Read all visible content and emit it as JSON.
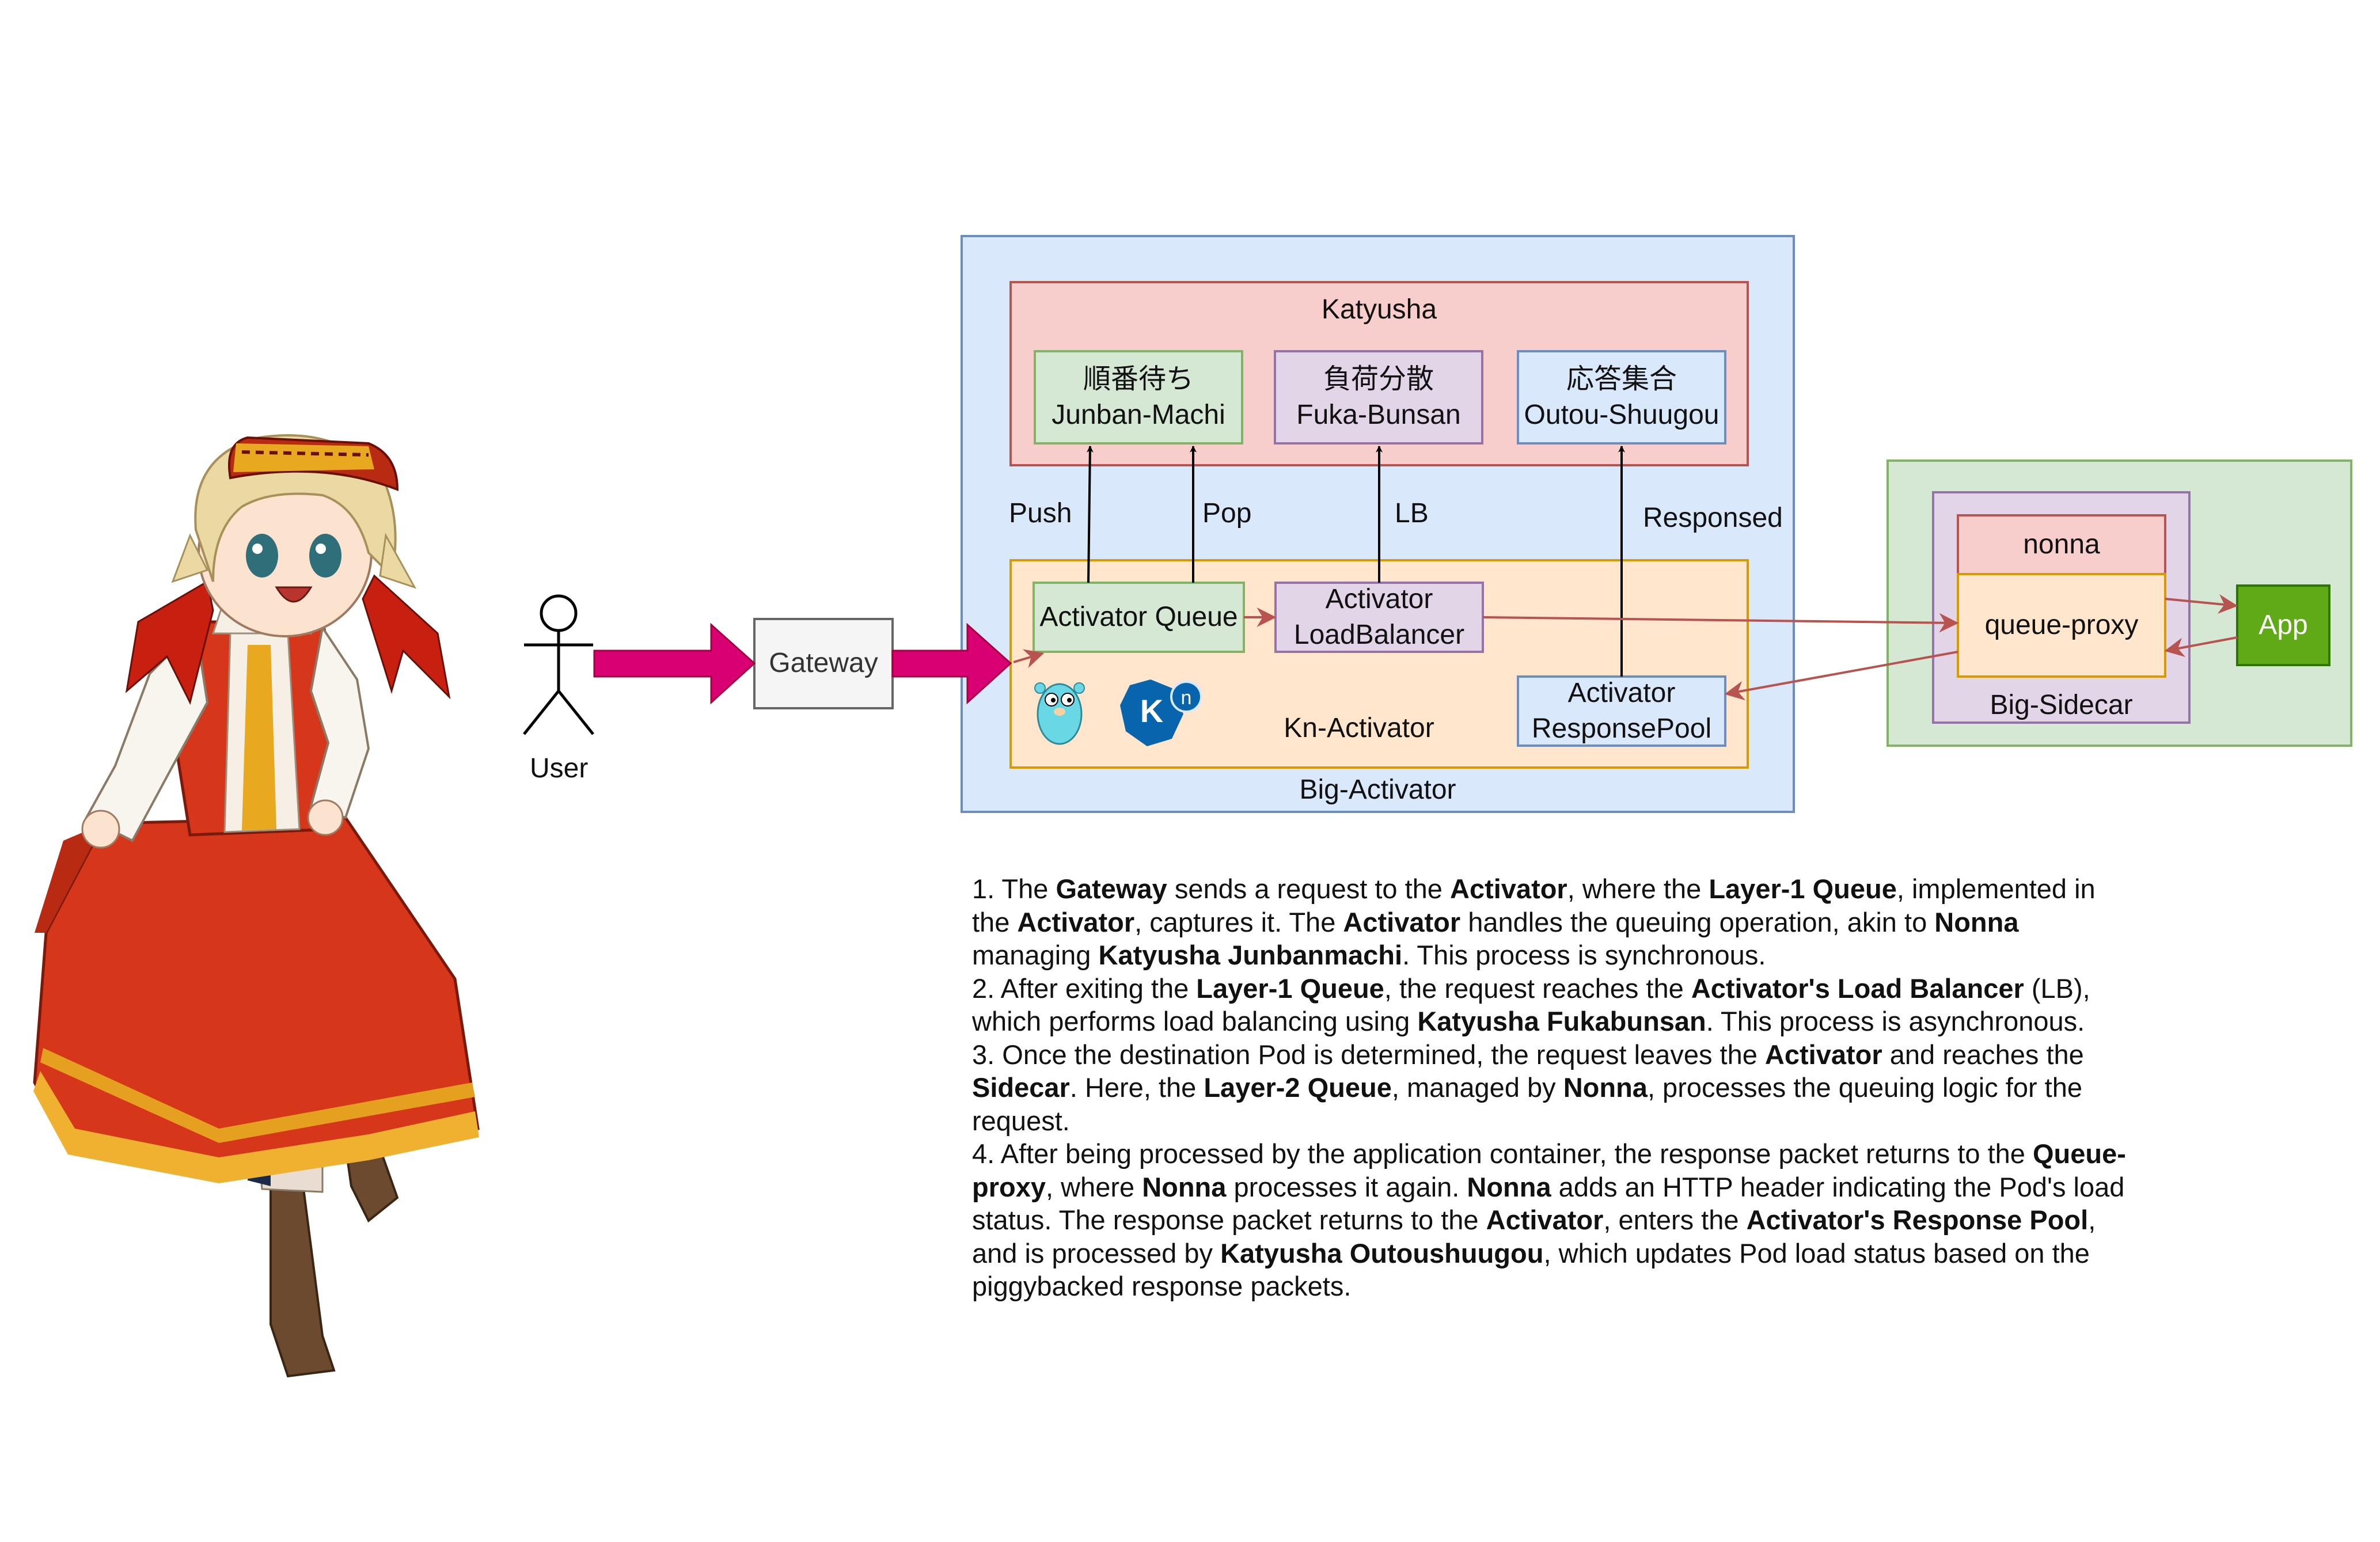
{
  "diagram": {
    "user_label": "User",
    "gateway_label": "Gateway",
    "big_activator_label": "Big-Activator",
    "katyusha_label": "Katyusha",
    "junban": {
      "jp": "順番待ち",
      "en": "Junban-Machi"
    },
    "fuka": {
      "jp": "負荷分散",
      "en": "Fuka-Bunsan"
    },
    "outou": {
      "jp": "応答集合",
      "en": "Outou-Shuugou"
    },
    "edge_push": "Push",
    "edge_pop": "Pop",
    "edge_lb": "LB",
    "edge_responsed": "Responsed",
    "kn_activator_label": "Kn-Activator",
    "activator_queue_label": "Activator Queue",
    "activator_lb": {
      "line1": "Activator",
      "line2": "LoadBalancer"
    },
    "activator_pool": {
      "line1": "Activator",
      "line2": "ResponsePool"
    },
    "big_sidecar_label": "Big-Sidecar",
    "nonna_label": "nonna",
    "queue_proxy_label": "queue-proxy",
    "app_label": "App",
    "knative_letter": "K",
    "knative_badge": "n",
    "colors": {
      "big_activator_fill": "#dae8fc",
      "big_activator_stroke": "#6c8ebf",
      "katyusha_fill": "#f8cecc",
      "katyusha_stroke": "#b85450",
      "green_fill": "#d5e8d4",
      "green_stroke": "#82b366",
      "purple_fill": "#e1d5e7",
      "purple_stroke": "#9673a6",
      "orange_fill": "#ffe6cc",
      "orange_stroke": "#d79b00",
      "app_fill": "#60a917",
      "app_stroke": "#2d7600",
      "fat_arrow": "#d80073",
      "thin_arrow_red": "#b85450"
    }
  },
  "notes": [
    [
      {
        "t": "1. The ",
        "b": false
      },
      {
        "t": "Gateway",
        "b": true
      },
      {
        "t": " sends a request to the ",
        "b": false
      },
      {
        "t": "Activator",
        "b": true
      },
      {
        "t": ", where the ",
        "b": false
      },
      {
        "t": "Layer-1 Queue",
        "b": true
      },
      {
        "t": ", implemented in the ",
        "b": false
      },
      {
        "t": "Activator",
        "b": true
      },
      {
        "t": ", captures it. The ",
        "b": false
      },
      {
        "t": "Activator",
        "b": true
      },
      {
        "t": " handles the queuing operation, akin to ",
        "b": false
      },
      {
        "t": "Nonna",
        "b": true
      },
      {
        "t": " managing ",
        "b": false
      },
      {
        "t": "Katyusha Junbanmachi",
        "b": true
      },
      {
        "t": ". This process is synchronous.",
        "b": false
      }
    ],
    [
      {
        "t": "2. After exiting the ",
        "b": false
      },
      {
        "t": "Layer-1 Queue",
        "b": true
      },
      {
        "t": ", the request reaches the ",
        "b": false
      },
      {
        "t": "Activator's Load Balancer",
        "b": true
      },
      {
        "t": " (LB), which performs load balancing using ",
        "b": false
      },
      {
        "t": "Katyusha Fukabunsan",
        "b": true
      },
      {
        "t": ". This process is asynchronous.",
        "b": false
      }
    ],
    [
      {
        "t": "3. Once the destination Pod is determined, the request leaves the ",
        "b": false
      },
      {
        "t": "Activator",
        "b": true
      },
      {
        "t": " and reaches the ",
        "b": false
      },
      {
        "t": "Sidecar",
        "b": true
      },
      {
        "t": ". Here, the ",
        "b": false
      },
      {
        "t": "Layer-2 Queue",
        "b": true
      },
      {
        "t": ", managed by ",
        "b": false
      },
      {
        "t": "Nonna",
        "b": true
      },
      {
        "t": ", processes the queuing logic for the request.",
        "b": false
      }
    ],
    [
      {
        "t": "4. After being processed by the application container, the response packet returns to the ",
        "b": false
      },
      {
        "t": "Queue-proxy",
        "b": true
      },
      {
        "t": ", where ",
        "b": false
      },
      {
        "t": "Nonna",
        "b": true
      },
      {
        "t": " processes it again. ",
        "b": false
      },
      {
        "t": "Nonna",
        "b": true
      },
      {
        "t": " adds an HTTP header indicating the Pod's load status. The response packet returns to the ",
        "b": false
      },
      {
        "t": "Activator",
        "b": true
      },
      {
        "t": ", enters the ",
        "b": false
      },
      {
        "t": "Activator's Response Pool",
        "b": true
      },
      {
        "t": ", and is processed by ",
        "b": false
      },
      {
        "t": "Katyusha Outoushuugou",
        "b": true
      },
      {
        "t": ", which updates Pod load status based on the piggybacked response packets.",
        "b": false
      }
    ]
  ]
}
